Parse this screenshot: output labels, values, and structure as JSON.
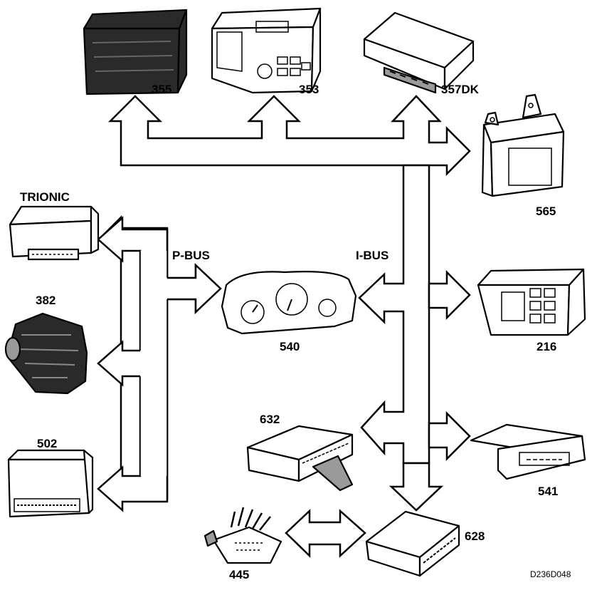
{
  "bus_labels": {
    "p_bus": "P-BUS",
    "i_bus": "I-BUS"
  },
  "modules": {
    "m355": "355",
    "m353": "353",
    "m357dk": "357DK",
    "m565": "565",
    "trionic": "TRIONIC",
    "m382": "382",
    "m502": "502",
    "m540": "540",
    "m216": "216",
    "m632": "632",
    "m541": "541",
    "m445": "445",
    "m628": "628"
  },
  "reference_code": "D236D048"
}
